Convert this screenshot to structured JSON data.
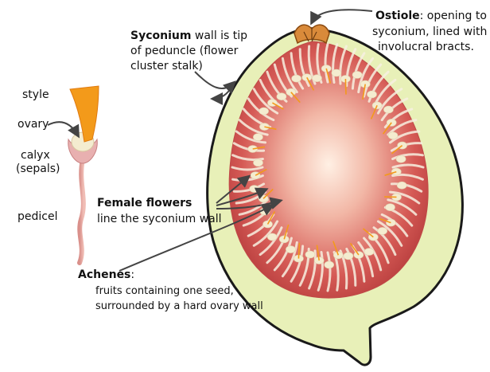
{
  "flower": {
    "style": "style",
    "ovary": "ovary",
    "calyx": [
      "calyx",
      "(sepals)"
    ],
    "pedicel": "pedicel"
  },
  "ostiole": {
    "term": "Ostiole",
    "line1": ": opening to",
    "line2": "syconium, lined with",
    "line3": "involucral bracts."
  },
  "syconium": {
    "term": "Syconium",
    "line1": " wall is tip",
    "line2": "of peduncle (flower",
    "line3": "cluster stalk)"
  },
  "female": {
    "term": "Female flowers",
    "line2": "line the syconium wall"
  },
  "achenes": {
    "term": "Achenes",
    "colon": ":",
    "line2": "fruits containing one seed,",
    "line3": "surrounded by a hard ovary wall"
  },
  "colors": {
    "fig_outline": "#1a1a1a",
    "fig_wall": "#e8f0b8",
    "pulp_inner": "#fbe6d8",
    "pulp_outer": "#b83a3a",
    "achene": "#f4ecd0",
    "flower_stalk": "#f7f0e0",
    "orange": "#f39a1a",
    "pink": "#e8b0b0"
  }
}
